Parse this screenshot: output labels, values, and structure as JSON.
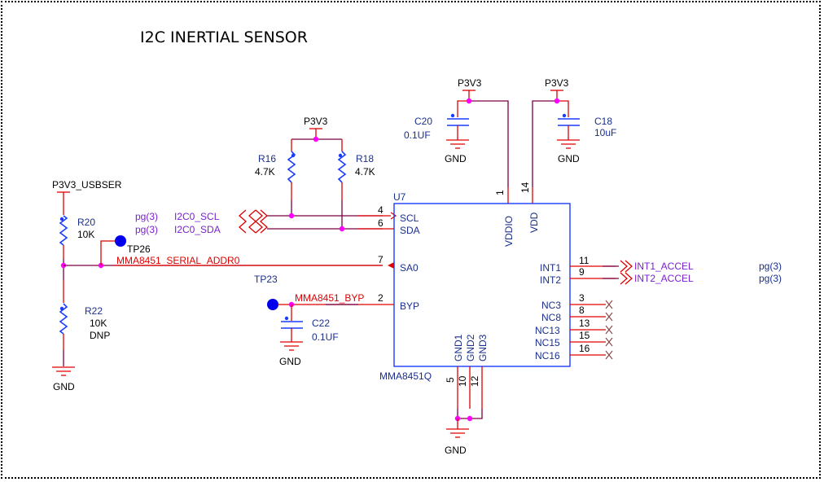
{
  "title": "I2C INERTIAL SENSOR",
  "power_labels": {
    "usbser": "P3V3_USBSER",
    "p3v3_pullups": "P3V3",
    "p3v3_c20": "P3V3",
    "p3v3_c18": "P3V3"
  },
  "ground_labels": {
    "r22": "GND",
    "c22": "GND",
    "c20": "GND",
    "c18": "GND",
    "u7": "GND"
  },
  "components": {
    "r20": {
      "ref": "R20",
      "value": "10K"
    },
    "r22": {
      "ref": "R22",
      "value": "10K",
      "note": "DNP"
    },
    "r16": {
      "ref": "R16",
      "value": "4.7K"
    },
    "r18": {
      "ref": "R18",
      "value": "4.7K"
    },
    "c20": {
      "ref": "C20",
      "value": "0.1UF"
    },
    "c18": {
      "ref": "C18",
      "value": "10uF"
    },
    "c22": {
      "ref": "C22",
      "value": "0.1UF"
    },
    "tp26": {
      "ref": "TP26"
    },
    "tp23": {
      "ref": "TP23"
    }
  },
  "nets": {
    "serial_addr0": "MMA8451_SERIAL_ADDR0",
    "byp": "MMA8451_BYP"
  },
  "offpage": {
    "scl": {
      "name": "I2C0_SCL",
      "page": "pg(3)"
    },
    "sda": {
      "name": "I2C0_SDA",
      "page": "pg(3)"
    },
    "int1": {
      "name": "INT1_ACCEL",
      "page": "pg(3)"
    },
    "int2": {
      "name": "INT2_ACCEL",
      "page": "pg(3)"
    }
  },
  "ic": {
    "ref": "U7",
    "part": "MMA8451Q",
    "left_pins": [
      {
        "name": "SCL",
        "num": "4"
      },
      {
        "name": "SDA",
        "num": "6"
      },
      {
        "name": "SA0",
        "num": "7"
      },
      {
        "name": "BYP",
        "num": "2"
      }
    ],
    "top_pins": [
      {
        "name": "VDDIO",
        "num": "1"
      },
      {
        "name": "VDD",
        "num": "14"
      }
    ],
    "right_pins": [
      {
        "name": "INT1",
        "num": "11"
      },
      {
        "name": "INT2",
        "num": "9"
      },
      {
        "name": "NC3",
        "num": "3"
      },
      {
        "name": "NC8",
        "num": "8"
      },
      {
        "name": "NC13",
        "num": "13"
      },
      {
        "name": "NC15",
        "num": "15"
      },
      {
        "name": "NC16",
        "num": "16"
      }
    ],
    "bottom_pins": [
      {
        "name": "GND1",
        "num": "5"
      },
      {
        "name": "GND2",
        "num": "10"
      },
      {
        "name": "GND3",
        "num": "12"
      }
    ]
  }
}
